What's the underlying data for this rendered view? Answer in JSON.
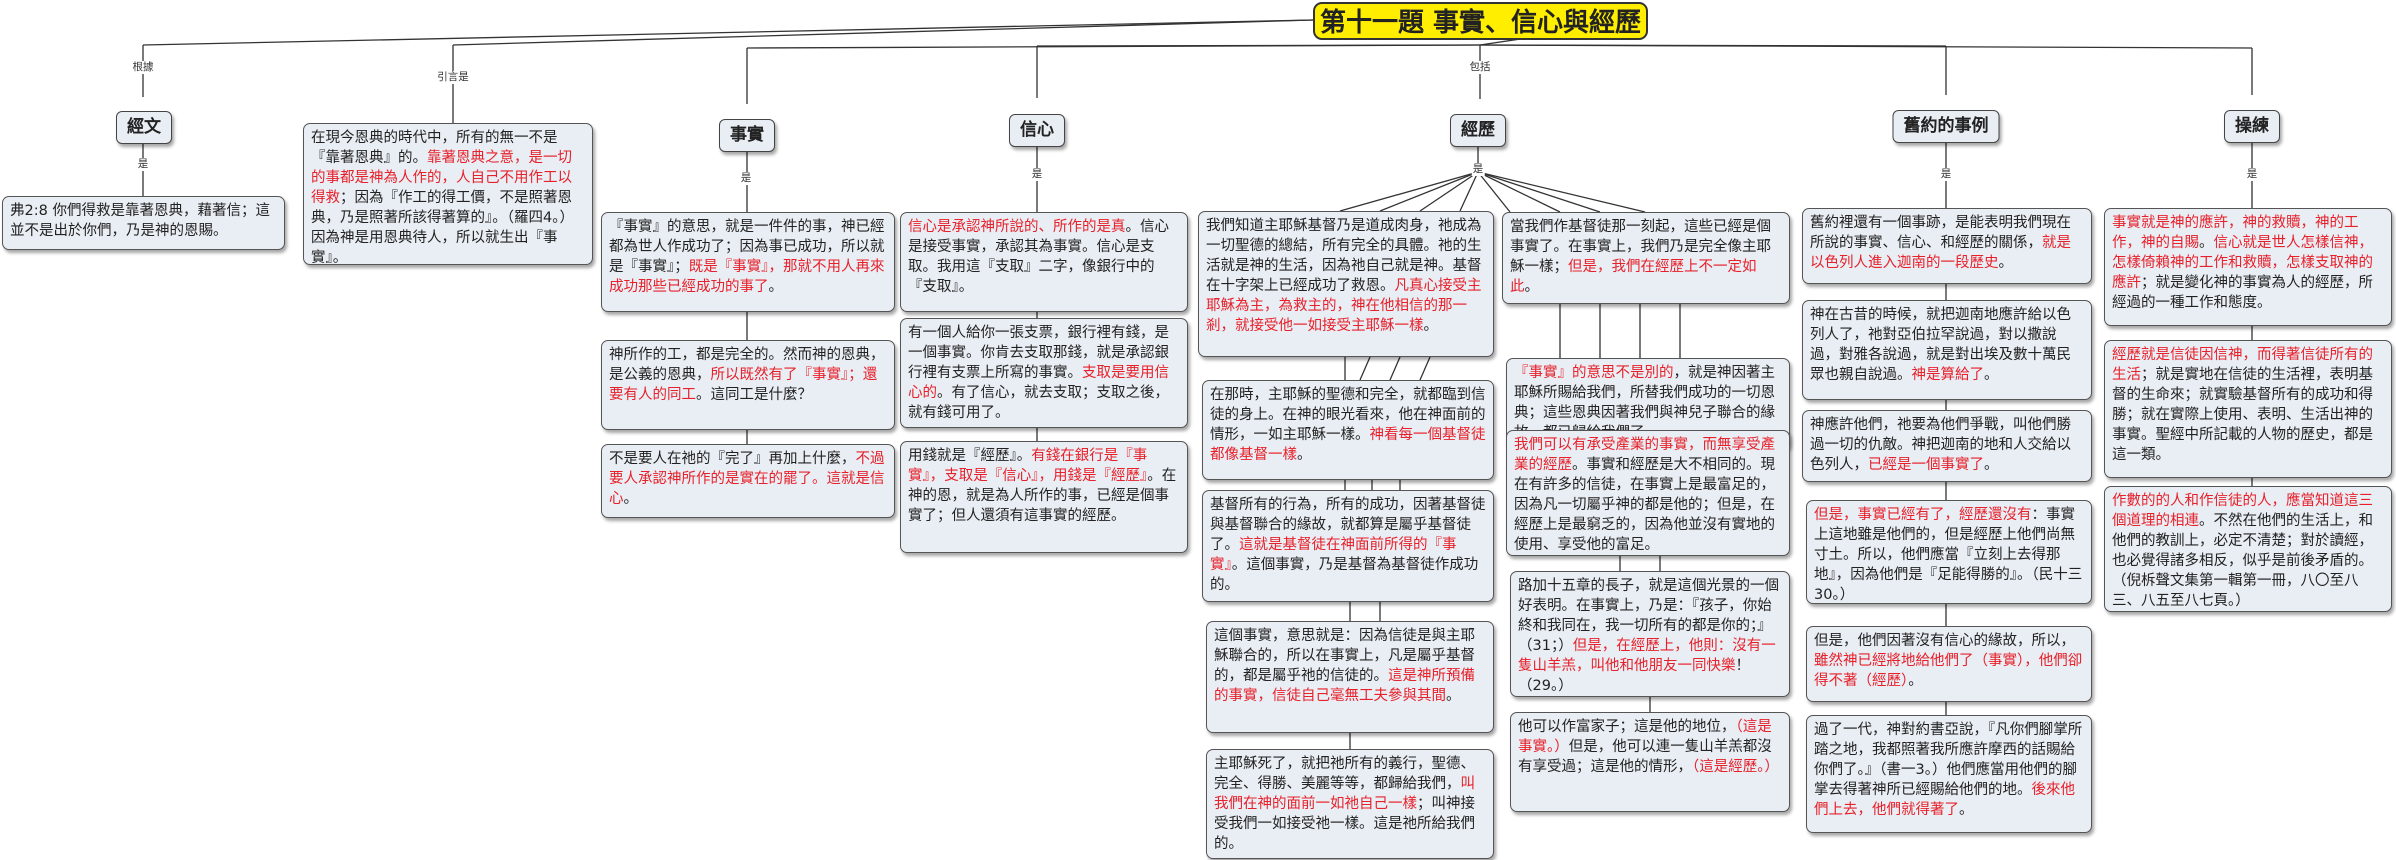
{
  "root": {
    "title": "第十一題  事實、信心與經歷"
  },
  "edge_labels": {
    "rootsOn": "根據",
    "quotes": "引言是",
    "includes": "包括",
    "is": "是"
  },
  "categories": {
    "scripture": "經文",
    "fact": "事實",
    "faith": "信心",
    "experience": "經歷",
    "ot": "舊約的事例",
    "exercise": "操練"
  },
  "boxes": {
    "scripture1": [
      {
        "t": "弗2:8  你們得救是靠著恩典，藉著信；這並不是出於你們，乃是神的恩賜。"
      }
    ],
    "intro1": [
      {
        "t": "在現今恩典的時代中，所有的無一不是『靠著恩典』的。"
      },
      {
        "t": "靠著恩典之意，是一切的事都是神為人作的，人自己不用作工以得救",
        "r": 1
      },
      {
        "t": "；因為『作工的得工價，不是照著恩典，乃是照著所該得著算的』。（羅四4。）因為神是用恩典待人，所以就生出『事實』。"
      }
    ],
    "fact1": [
      {
        "t": "『事實』的意思，就是一件件的事，神已經都為世人作成功了；因為事已成功，所以就是『事實』；"
      },
      {
        "t": "既是『事實』，那就不用人再來成功那些已經成功的事了",
        "r": 1
      },
      {
        "t": "。"
      }
    ],
    "fact2": [
      {
        "t": "神所作的工，都是完全的。然而神的恩典，是公義的恩典，"
      },
      {
        "t": "所以既然有了『事實』；還要有人的同工",
        "r": 1
      },
      {
        "t": "。這同工是什麼？"
      }
    ],
    "fact3": [
      {
        "t": "不是要人在祂的『完了』再加上什麼，"
      },
      {
        "t": "不過要人承認神所作的是實在的罷了。這就是信心",
        "r": 1
      },
      {
        "t": "。"
      }
    ],
    "faith1": [
      {
        "t": "信心是承認神所說的、所作的是真",
        "r": 1
      },
      {
        "t": "。信心是接受事實，承認其為事實。信心是支取。我用這『支取』二字，像銀行中的『支取』。"
      }
    ],
    "faith2": [
      {
        "t": "有一個人給你一張支票，銀行裡有錢，是一個事實。你肯去支取那錢，就是承認銀行裡有支票上所寫的事實。"
      },
      {
        "t": "支取是要用信心的",
        "r": 1
      },
      {
        "t": "。有了信心，就去支取；支取之後，就有錢可用了。"
      }
    ],
    "faith3": [
      {
        "t": "用錢就是『經歷』。"
      },
      {
        "t": "有錢在銀行是『事實』，支取是『信心』，用錢是『經歷』",
        "r": 1
      },
      {
        "t": "。在神的恩，就是為人所作的事，已經是個事實了；但人還須有這事實的經歷。"
      }
    ],
    "exp1": [
      {
        "t": "我們知道主耶穌基督乃是道成肉身，祂成為一切聖德的總結，所有完全的具體。祂的生活就是神的生活，因為祂自己就是神。基督在十字架上已經成功了救恩。"
      },
      {
        "t": "凡真心接受主耶穌為主，為救主的，神在他相信的那一剎，就接受他一如接受主耶穌一樣",
        "r": 1
      },
      {
        "t": "。"
      }
    ],
    "exp2": [
      {
        "t": "在那時，主耶穌的聖德和完全，就都臨到信徒的身上。在神的眼光看來，他在神面前的情形，一如主耶穌一樣。"
      },
      {
        "t": "神看每一個基督徒都像基督一樣",
        "r": 1
      },
      {
        "t": "。"
      }
    ],
    "exp3": [
      {
        "t": "基督所有的行為，所有的成功，因著基督徒與基督聯合的緣故，就都算是屬乎基督徒了。"
      },
      {
        "t": "這就是基督徒在神面前所得的『事實』",
        "r": 1
      },
      {
        "t": "。這個事實，乃是基督為基督徒作成功的。"
      }
    ],
    "exp4": [
      {
        "t": "這個事實，意思就是：因為信徒是與主耶穌聯合的，所以在事實上，凡是屬乎基督的，都是屬乎祂的信徒的。"
      },
      {
        "t": "這是神所預備的事實，信徒自己毫無工夫參與其間",
        "r": 1
      },
      {
        "t": "。"
      }
    ],
    "exp5": [
      {
        "t": "主耶穌死了，就把祂所有的義行，聖德、完全、得勝、美麗等等，都歸給我們，"
      },
      {
        "t": "叫我們在神的面前一如祂自己一樣",
        "r": 1
      },
      {
        "t": "；叫神接受我們一如接受祂一樣。這是祂所給我們的。"
      }
    ],
    "exp6": [
      {
        "t": "當我們作基督徒那一刻起，這些已經是個事實了。在事實上，我們乃是完全像主耶穌一樣；"
      },
      {
        "t": "但是，我們在經歷上不一定如此",
        "r": 1
      },
      {
        "t": "。"
      }
    ],
    "exp7": [
      {
        "t": "『事實』的意思不是別的",
        "r": 1
      },
      {
        "t": "，就是神因著主耶穌所賜給我們，所替我們成功的一切恩典；這些恩典因著我們與神兒子聯合的緣故，都已歸給我們了。"
      }
    ],
    "exp8": [
      {
        "t": "我們可以有承受產業的事實，而無享受產業的經歷",
        "r": 1
      },
      {
        "t": "。事實和經歷是大不相同的。現在有許多的信徒，在事實上是最富足的，因為凡一切屬乎神的都是他的；但是，在經歷上是最窮乏的，因為他並沒有實地的使用、享受他的富足。"
      }
    ],
    "exp9": [
      {
        "t": "路加十五章的長子，就是這個光景的一個好表明。在事實上，乃是：『孩子，你始終和我同在，我一切所有的都是你的；』（31；）"
      },
      {
        "t": "但是，在經歷上，他則：沒有一隻山羊羔，叫他和他朋友一同快樂",
        "r": 1
      },
      {
        "t": "！（29。）"
      }
    ],
    "exp10": [
      {
        "t": "他可以作富家子；這是他的地位，"
      },
      {
        "t": "（這是事實。）",
        "r": 1
      },
      {
        "t": "但是，他可以連一隻山羊羔都沒有享受過；這是他的情形，"
      },
      {
        "t": "（這是經歷。）",
        "r": 1
      }
    ],
    "ot1": [
      {
        "t": "舊約裡還有一個事跡，是能表明我們現在所說的事實、信心、和經歷的關係，"
      },
      {
        "t": "就是以色列人進入迦南的一段歷史",
        "r": 1
      },
      {
        "t": "。"
      }
    ],
    "ot2": [
      {
        "t": "神在古昔的時候，就把迦南地應許給以色列人了，祂對亞伯拉罕說過，對以撒說過，對雅各說過，就是對出埃及數十萬民眾也親自說過。"
      },
      {
        "t": "神是算給了",
        "r": 1
      },
      {
        "t": "。"
      }
    ],
    "ot3": [
      {
        "t": "神應許他們，祂要為他們爭戰，叫他們勝過一切的仇敵。神把迦南的地和人交給以色列人，"
      },
      {
        "t": "已經是一個事實了",
        "r": 1
      },
      {
        "t": "。"
      }
    ],
    "ot4": [
      {
        "t": "但是，事實已經有了，經歷還沒有",
        "r": 1
      },
      {
        "t": "：事實上這地雖是他們的，但是經歷上他們尚無寸土。所以，他們應當『立刻上去得那地』，因為他們是『足能得勝的』。（民十三30。）"
      }
    ],
    "ot5": [
      {
        "t": "但是，他們因著沒有信心的緣故，所以，"
      },
      {
        "t": "雖然神已經將地給他們了（事實），他們卻得不著（經歷）",
        "r": 1
      },
      {
        "t": "。"
      }
    ],
    "ot6": [
      {
        "t": "過了一代，神對約書亞說，『凡你們腳掌所踏之地，我都照著我所應許摩西的話賜給你們了。』（書一3。）他們應當用他們的腳掌去得著神所已經賜給他們的地。"
      },
      {
        "t": "後來他們上去，他們就得著了",
        "r": 1
      },
      {
        "t": "。"
      }
    ],
    "ex1": [
      {
        "t": "事實就是神的應許，神的救贖，神的工作，神的自賜",
        "r": 1
      },
      {
        "t": "。"
      },
      {
        "t": "信心就是世人怎樣信神，怎樣倚賴神的工作和救贖，怎樣支取神的應許",
        "r": 1
      },
      {
        "t": "；就是變化神的事實為人的經歷，所經過的一種工作和態度。"
      }
    ],
    "ex2": [
      {
        "t": "經歷就是信徒因信神，而得著信徒所有的生活",
        "r": 1
      },
      {
        "t": "；就是實地在信徒的生活裡，表明基督的生命來；就實驗基督所有的成功和得勝；就在實際上使用、表明、生活出神的事實。聖經中所記載的人物的歷史，都是這一類。"
      }
    ],
    "ex3": [
      {
        "t": "作數的的人和作信徒的人，應當知道這三個道理的相連",
        "r": 1
      },
      {
        "t": "。不然在他們的生活上，和他們的教訓上，必定不清楚；對於讀經，也必覺得諸多相反，似乎是前後矛盾的。（倪柝聲文集第一輯第一冊，八〇至八三、八五至八七頁。）"
      }
    ]
  }
}
